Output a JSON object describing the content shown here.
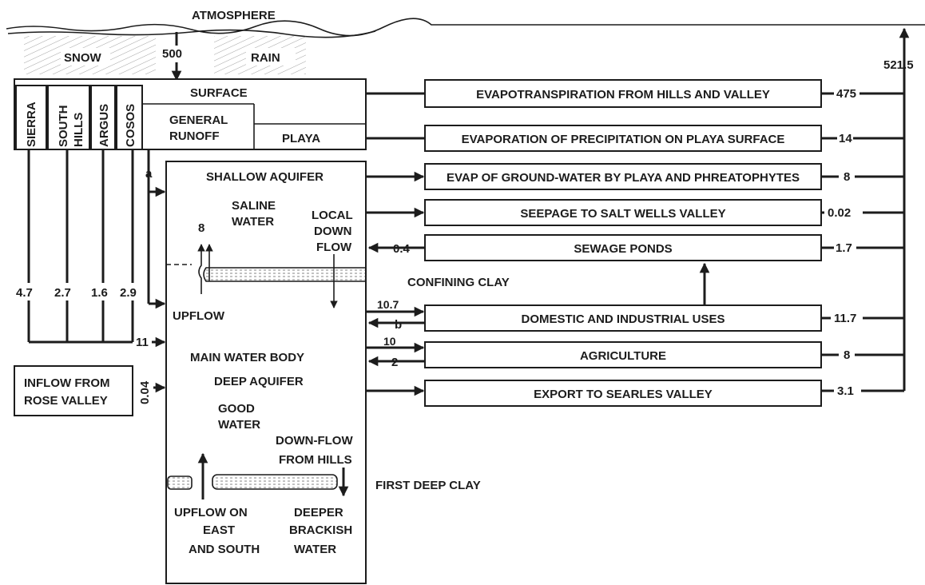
{
  "labels": {
    "atmosphere": "ATMOSPHERE",
    "snow": "SNOW",
    "rain": "RAIN",
    "precip_value": "500",
    "total_outflow": "521.5",
    "surface": "SURFACE",
    "general_runoff_1": "GENERAL",
    "general_runoff_2": "RUNOFF",
    "playa": "PLAYA",
    "shallow_aquifer": "SHALLOW AQUIFER",
    "saline_1": "SALINE",
    "saline_2": "WATER",
    "local_down_1": "LOCAL",
    "local_down_2": "DOWN",
    "local_down_3": "FLOW",
    "upflow_value": "8",
    "upflow": "UPFLOW",
    "confining_clay": "CONFINING CLAY",
    "main_water_body": "MAIN WATER BODY",
    "deep_aquifer": "DEEP AQUIFER",
    "good_water_1": "GOOD",
    "good_water_2": "WATER",
    "down_flow_hills_1": "DOWN-FLOW",
    "down_flow_hills_2": "FROM HILLS",
    "first_deep_clay": "FIRST DEEP CLAY",
    "upflow_east_1": "UPFLOW ON",
    "upflow_east_2": "EAST",
    "upflow_east_3": "AND SOUTH",
    "deeper_1": "DEEPER",
    "deeper_2": "BRACKISH",
    "deeper_3": "WATER",
    "inflow_rose_1": "INFLOW FROM",
    "inflow_rose_2": "ROSE VALLEY",
    "inflow_rose_value": "0.04",
    "recharge_total": "11",
    "marker_a": "a",
    "marker_b": "b"
  },
  "sources": [
    {
      "name": "SIERRA",
      "value": "4.7"
    },
    {
      "name": "SOUTH HILLS",
      "value": "2.7"
    },
    {
      "name": "ARGUS",
      "value": "1.6"
    },
    {
      "name": "COSOS",
      "value": "2.9"
    }
  ],
  "sinks": [
    {
      "label": "EVAPOTRANSPIRATION FROM HILLS AND VALLEY",
      "out": "475"
    },
    {
      "label": "EVAPORATION OF PRECIPITATION ON PLAYA SURFACE",
      "out": "14"
    },
    {
      "label": "EVAP OF GROUND-WATER BY PLAYA AND PHREATOPHYTES",
      "out": "8"
    },
    {
      "label": "SEEPAGE TO SALT WELLS VALLEY",
      "out": "0.02"
    },
    {
      "label": "SEWAGE PONDS",
      "out": "1.7",
      "return": "0.4"
    },
    {
      "label": "DOMESTIC AND INDUSTRIAL USES",
      "out": "11.7",
      "pump": "10.7",
      "return": "b"
    },
    {
      "label": "AGRICULTURE",
      "out": "8",
      "pump": "10",
      "return": "2"
    },
    {
      "label": "EXPORT TO SEARLES VALLEY",
      "out": "3.1"
    }
  ]
}
